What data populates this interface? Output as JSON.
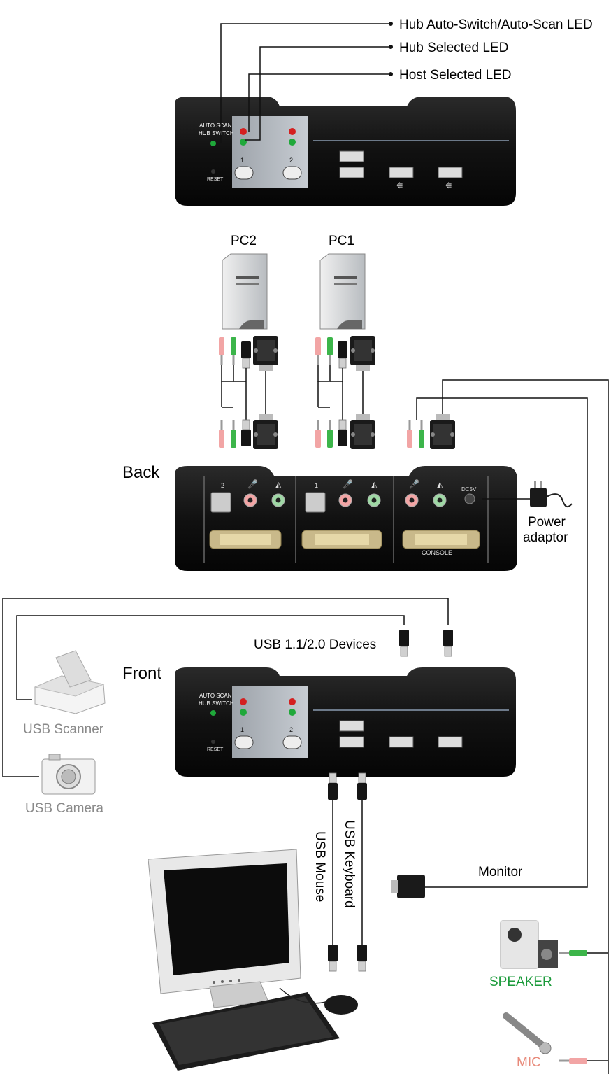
{
  "led_callouts": {
    "auto_scan": "Hub Auto-Switch/Auto-Scan LED",
    "hub_selected": "Hub Selected LED",
    "host_selected": "Host Selected LED"
  },
  "pcs": {
    "pc2": "PC2",
    "pc1": "PC1"
  },
  "views": {
    "back": "Back",
    "front": "Front"
  },
  "power": {
    "line1": "Power",
    "line2": "adaptor"
  },
  "devices": {
    "usb_devices": "USB 1.1/2.0 Devices",
    "scanner": "USB Scanner",
    "camera": "USB Camera",
    "usb_mouse": "USB Mouse",
    "usb_keyboard": "USB Keyboard",
    "monitor": "Monitor",
    "speaker": "SPEAKER",
    "mic": "MIC"
  },
  "panel_text": {
    "auto_scan": "AUTO SCAN",
    "hub_switch": "HUB SWITCH",
    "reset": "RESET",
    "port1": "1",
    "port2": "2",
    "console": "CONSOLE",
    "dc5v": "DC5V"
  },
  "colors": {
    "speaker_label": "#1a9a3a",
    "mic_label": "#e88a7a",
    "device_label_gray": "#8a8a8a",
    "green_plug": "#3cb54a",
    "pink_plug": "#f2a5a5",
    "led_red": "#d42020",
    "led_green": "#1fa83a"
  }
}
